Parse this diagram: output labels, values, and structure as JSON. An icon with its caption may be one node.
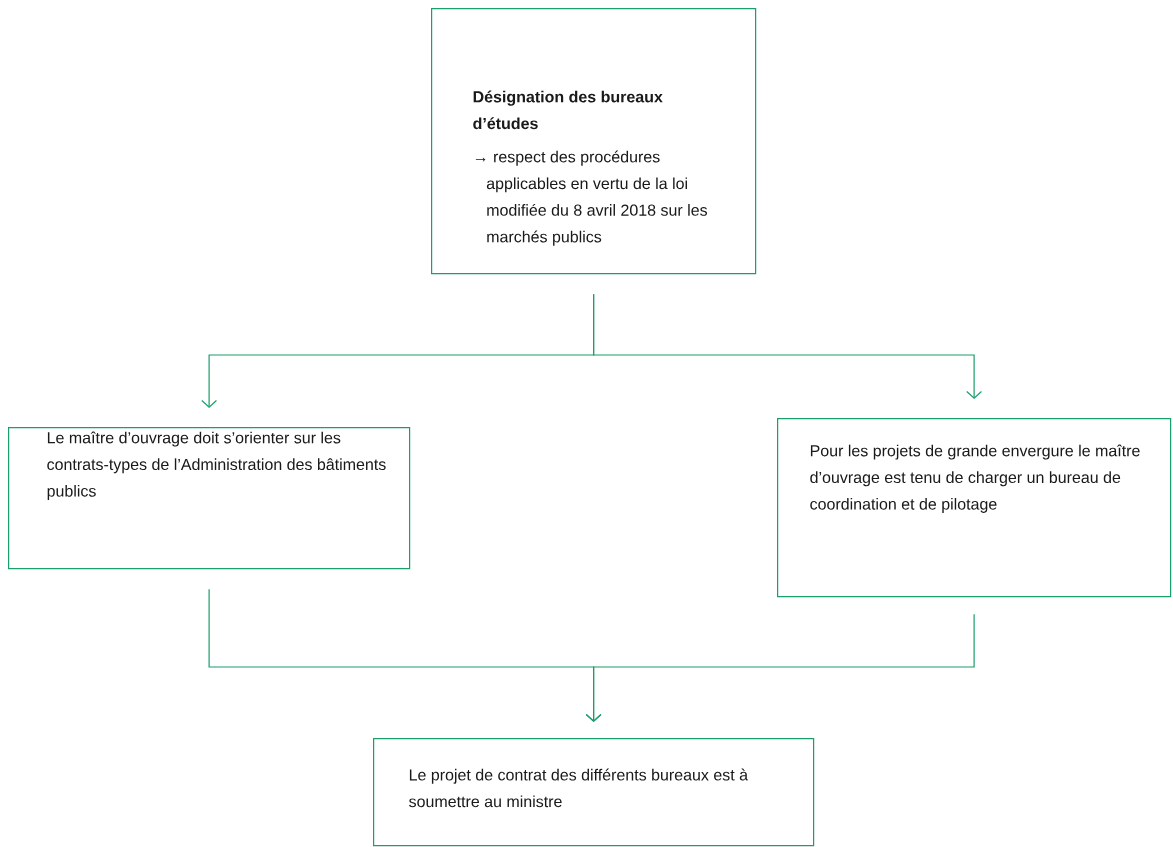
{
  "diagram": {
    "nodes": [
      {
        "text": [
          "Désignation des bureaux d’études",
          "→ respect des procédures applicables en vertu de la loi modifiée du 8 avril 2018 sur les marchés publics"
        ]
      },
      {
        "text": [
          "Le maître d’ouvrage doit s’orienter sur les contrats-types de l’Administration des bâtiments publics"
        ]
      },
      {
        "text": [
          "Pour les projets de grande envergure le maître d’ouvrage est tenu de charger un bureau de coordination et de pilotage"
        ]
      },
      {
        "text": [
          "Le projet de contrat des différents bureaux est à soumettre au ministre"
        ]
      }
    ],
    "edges": [
      {
        "from": 0,
        "to": 1,
        "arrow": "to"
      },
      {
        "from": 0,
        "to": 2,
        "arrow": "to"
      },
      {
        "from": 1,
        "to": 3,
        "arrow": "to"
      },
      {
        "from": 2,
        "to": 3,
        "arrow": "to"
      }
    ]
  }
}
